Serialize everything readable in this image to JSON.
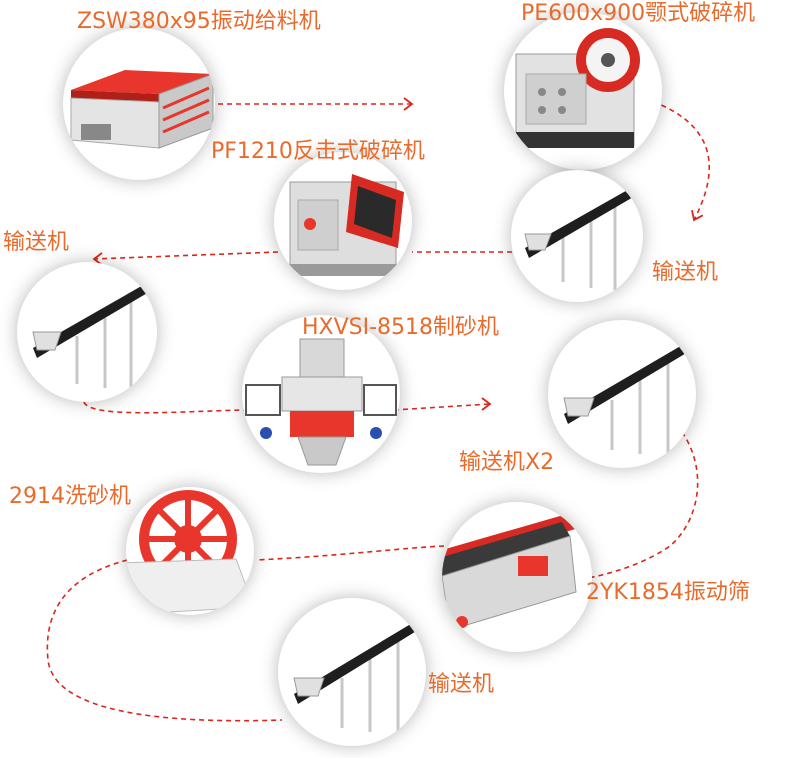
{
  "colors": {
    "label": "#e96a2b",
    "arrow": "#d9271c",
    "machine_red": "#e8362c",
    "conveyor_belt": "#1e1e1e",
    "frame": "#c7c7c7"
  },
  "diagram": {
    "nodes": [
      {
        "id": "feeder",
        "label": "ZSW380x95振动给料机",
        "icon": "vibrating-feeder"
      },
      {
        "id": "jaw",
        "label": "PE600x900颚式破碎机",
        "icon": "jaw-crusher"
      },
      {
        "id": "conv1",
        "label": "输送机",
        "icon": "belt-conveyor"
      },
      {
        "id": "impact",
        "label": "PF1210反击式破碎机",
        "icon": "impact-crusher"
      },
      {
        "id": "conv2",
        "label": "输送机",
        "icon": "belt-conveyor"
      },
      {
        "id": "vsi",
        "label": "HXVSI-8518制砂机",
        "icon": "sand-making-machine"
      },
      {
        "id": "conv3",
        "label": "输送机X2",
        "icon": "belt-conveyor"
      },
      {
        "id": "screen",
        "label": "2YK1854振动筛",
        "icon": "vibrating-screen"
      },
      {
        "id": "washer",
        "label": "2914洗砂机",
        "icon": "sand-washer"
      },
      {
        "id": "conv4",
        "label": "输送机",
        "icon": "belt-conveyor"
      }
    ],
    "edges": [
      [
        "feeder",
        "jaw"
      ],
      [
        "jaw",
        "conv1"
      ],
      [
        "conv1",
        "impact"
      ],
      [
        "impact",
        "conv2"
      ],
      [
        "conv2",
        "vsi"
      ],
      [
        "vsi",
        "conv3"
      ],
      [
        "conv3",
        "screen"
      ],
      [
        "screen",
        "washer"
      ],
      [
        "washer",
        "conv4"
      ]
    ]
  }
}
